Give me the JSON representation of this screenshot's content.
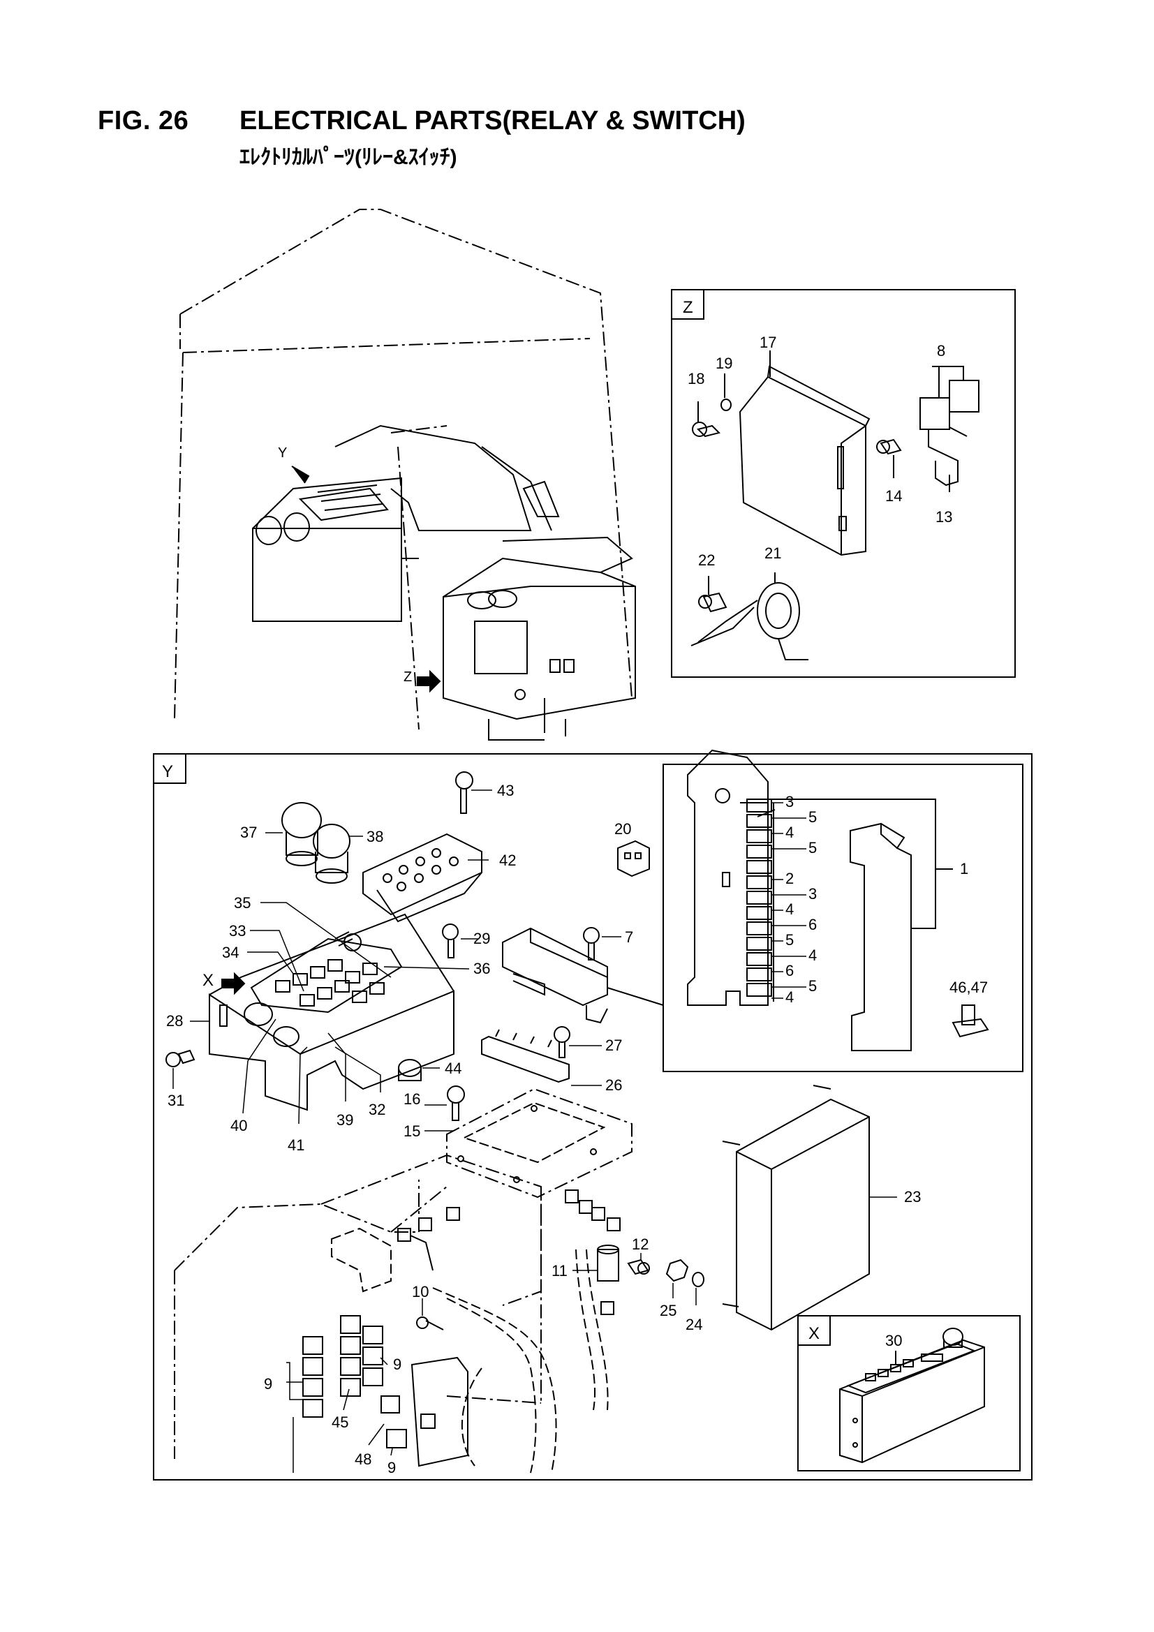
{
  "header": {
    "figure_number": "FIG. 26",
    "title": "ELECTRICAL PARTS(RELAY & SWITCH)",
    "subtitle": "ｴﾚｸﾄﾘｶﾙﾊﾟｰﾂ(ﾘﾚｰ&ｽｲｯﾁ)"
  },
  "overview": {
    "arrow_y_label": "Y",
    "arrow_z_label": "Z"
  },
  "panel_z": {
    "label": "Z",
    "parts": [
      "17",
      "19",
      "18",
      "8",
      "14",
      "13",
      "22",
      "21"
    ]
  },
  "panel_y": {
    "label": "Y",
    "arrow_x_label": "X",
    "parts": [
      "43",
      "37",
      "38",
      "42",
      "20",
      "35",
      "33",
      "34",
      "29",
      "7",
      "36",
      "28",
      "31",
      "40",
      "41",
      "39",
      "32",
      "44",
      "27",
      "26",
      "16",
      "15",
      "12",
      "11",
      "10",
      "9",
      "9",
      "45",
      "48",
      "9",
      "25",
      "24",
      "23"
    ],
    "connector_block": {
      "part": "1",
      "slot_numbers": [
        "3",
        "5",
        "4",
        "5",
        "2",
        "3",
        "4",
        "6",
        "5",
        "4",
        "6",
        "5",
        "4"
      ],
      "fuse_part": "46,47"
    }
  },
  "panel_x": {
    "label": "X",
    "part": "30"
  }
}
